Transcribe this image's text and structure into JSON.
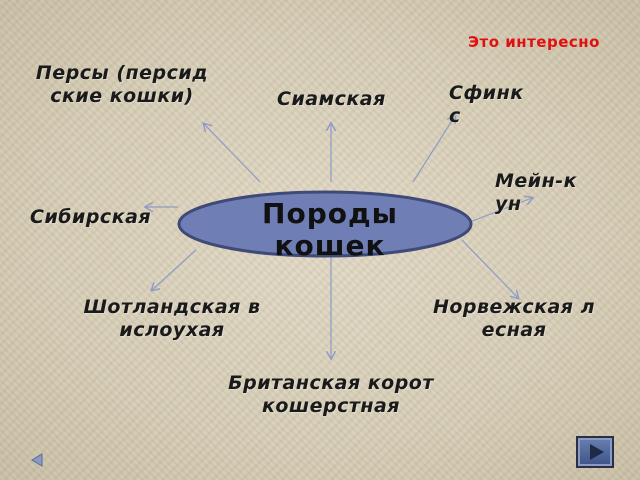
{
  "diagram": {
    "center": "Породы кошек",
    "note": "Это интересно",
    "nodes": {
      "persian": "Персы (персидские кошки)",
      "siamese": "Сиамская",
      "sphynx": "Сфинкс",
      "maine_coon": "Мейн-кун",
      "siberian": "Сибирская",
      "norwegian": "Норвежская лесная",
      "scottish": "Шотландская вислоухая",
      "british": "Британская короткошерстная"
    }
  },
  "colors": {
    "ellipse_fill": "#6f7fb6",
    "ellipse_stroke": "#3f4a78",
    "note_text": "#e01010",
    "arrow": "#8e9bc4"
  },
  "icons": {
    "nav_left": "triangle-left-icon",
    "nav_right": "play-right-icon"
  }
}
